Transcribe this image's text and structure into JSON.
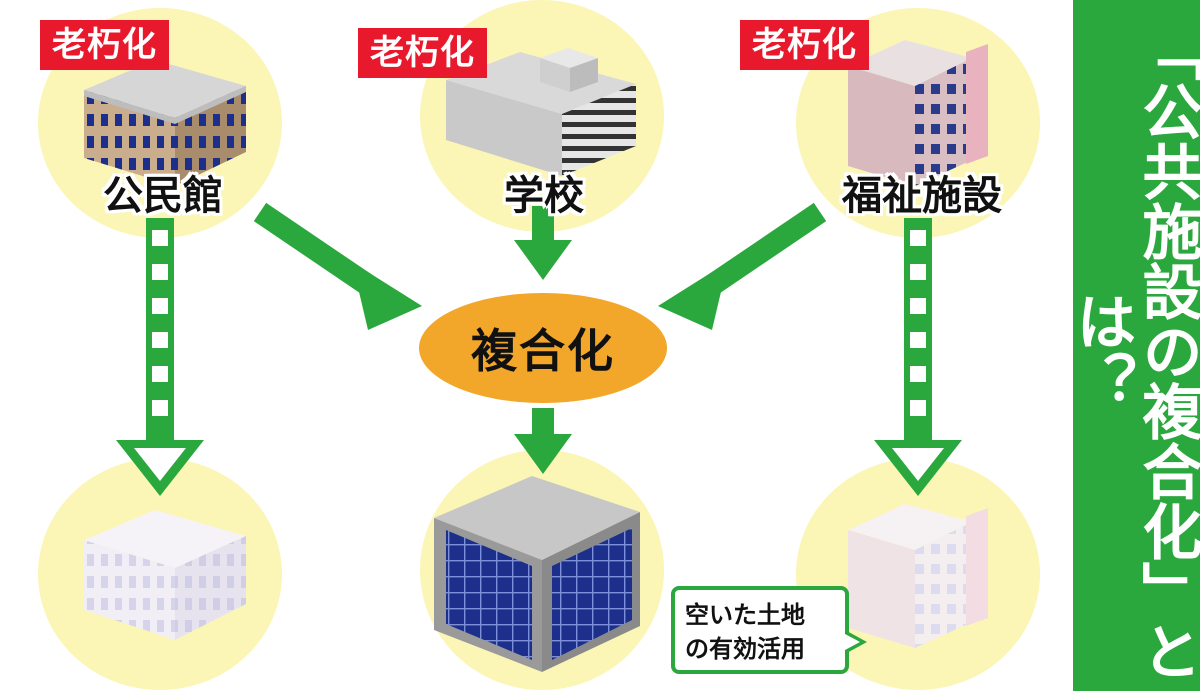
{
  "badges": {
    "old": "老朽化"
  },
  "facilities": {
    "community_hall": "公民館",
    "school": "学校",
    "welfare": "福祉施設"
  },
  "center": {
    "label": "複合化"
  },
  "callout": {
    "line1": "空いた土地",
    "line2": "の有効活用"
  },
  "side_title": "「公共施設の複合化」とは？",
  "colors": {
    "green": "#2aa73d",
    "red": "#e8192c",
    "orange": "#f3a72a",
    "circle": "#fbf6b5",
    "window_blue": "#1c2f8a"
  }
}
